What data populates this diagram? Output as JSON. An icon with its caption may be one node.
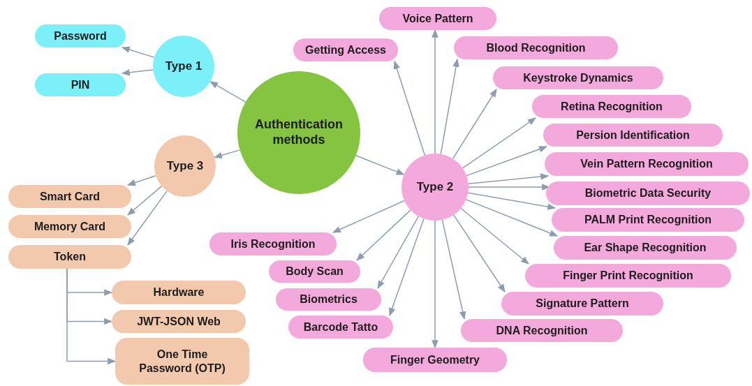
{
  "diagram": {
    "nodes": [
      {
        "text": [
          "Authentication methods"
        ]
      },
      {
        "text": [
          "Type 1"
        ]
      },
      {
        "text": [
          "Password"
        ]
      },
      {
        "text": [
          "PIN"
        ]
      },
      {
        "text": [
          "Type 3"
        ]
      },
      {
        "text": [
          "Smart Card"
        ]
      },
      {
        "text": [
          "Memory Card"
        ]
      },
      {
        "text": [
          "Token"
        ]
      },
      {
        "text": [
          "Hardware"
        ]
      },
      {
        "text": [
          "JWT-JSON Web"
        ]
      },
      {
        "text": [
          "One Time Password (OTP)"
        ]
      },
      {
        "text": [
          "Type 2"
        ]
      },
      {
        "text": [
          "Voice Pattern"
        ]
      },
      {
        "text": [
          "Getting Access"
        ]
      },
      {
        "text": [
          "Blood Recognition"
        ]
      },
      {
        "text": [
          "Keystroke Dynamics"
        ]
      },
      {
        "text": [
          "Retina Recognition"
        ]
      },
      {
        "text": [
          "Persion Identification"
        ]
      },
      {
        "text": [
          "Vein Pattern Recognition"
        ]
      },
      {
        "text": [
          "Biometric Data Security"
        ]
      },
      {
        "text": [
          "PALM Print Recognition"
        ]
      },
      {
        "text": [
          "Ear Shape Recognition"
        ]
      },
      {
        "text": [
          "Finger Print Recognition"
        ]
      },
      {
        "text": [
          "Signature Pattern"
        ]
      },
      {
        "text": [
          "DNA Recognition"
        ]
      },
      {
        "text": [
          "Finger Geometry"
        ]
      },
      {
        "text": [
          "Iris Recognition"
        ]
      },
      {
        "text": [
          "Body Scan"
        ]
      },
      {
        "text": [
          "Biometrics"
        ]
      },
      {
        "text": [
          "Barcode Tatto"
        ]
      }
    ],
    "edges": [
      {
        "from": 0,
        "to": 1,
        "arrow": "to"
      },
      {
        "from": 1,
        "to": 2,
        "arrow": "to"
      },
      {
        "from": 1,
        "to": 3,
        "arrow": "to"
      },
      {
        "from": 0,
        "to": 4,
        "arrow": "to"
      },
      {
        "from": 0,
        "to": 11,
        "arrow": "to"
      },
      {
        "from": 4,
        "to": 5,
        "arrow": "to"
      },
      {
        "from": 4,
        "to": 6,
        "arrow": "to"
      },
      {
        "from": 4,
        "to": 7,
        "arrow": "to"
      },
      {
        "from": 7,
        "to": 8,
        "arrow": "to"
      },
      {
        "from": 7,
        "to": 9,
        "arrow": "to"
      },
      {
        "from": 7,
        "to": 10,
        "arrow": "to"
      },
      {
        "from": 11,
        "to": 12,
        "arrow": "to"
      },
      {
        "from": 11,
        "to": 13,
        "arrow": "to"
      },
      {
        "from": 11,
        "to": 14,
        "arrow": "to"
      },
      {
        "from": 11,
        "to": 15,
        "arrow": "to"
      },
      {
        "from": 11,
        "to": 16,
        "arrow": "to"
      },
      {
        "from": 11,
        "to": 17,
        "arrow": "to"
      },
      {
        "from": 11,
        "to": 18,
        "arrow": "to"
      },
      {
        "from": 11,
        "to": 19,
        "arrow": "to"
      },
      {
        "from": 11,
        "to": 20,
        "arrow": "to"
      },
      {
        "from": 11,
        "to": 21,
        "arrow": "to"
      },
      {
        "from": 11,
        "to": 22,
        "arrow": "to"
      },
      {
        "from": 11,
        "to": 23,
        "arrow": "to"
      },
      {
        "from": 11,
        "to": 24,
        "arrow": "to"
      },
      {
        "from": 11,
        "to": 25,
        "arrow": "to"
      },
      {
        "from": 11,
        "to": 26,
        "arrow": "to"
      },
      {
        "from": 11,
        "to": 27,
        "arrow": "to"
      },
      {
        "from": 11,
        "to": 28,
        "arrow": "to"
      },
      {
        "from": 11,
        "to": 29,
        "arrow": "to"
      }
    ]
  }
}
